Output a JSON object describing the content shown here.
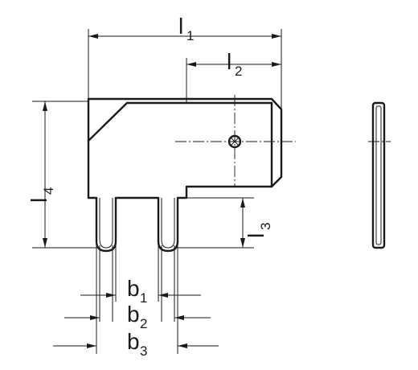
{
  "dimensions": {
    "l1": {
      "symbol": "l",
      "index": "1"
    },
    "l2": {
      "symbol": "l",
      "index": "2"
    },
    "l3": {
      "symbol": "l",
      "index": "3"
    },
    "l4": {
      "symbol": "l",
      "index": "4"
    },
    "b1": {
      "symbol": "b",
      "index": "1"
    },
    "b2": {
      "symbol": "b",
      "index": "2"
    },
    "b3": {
      "symbol": "b",
      "index": "3"
    }
  }
}
